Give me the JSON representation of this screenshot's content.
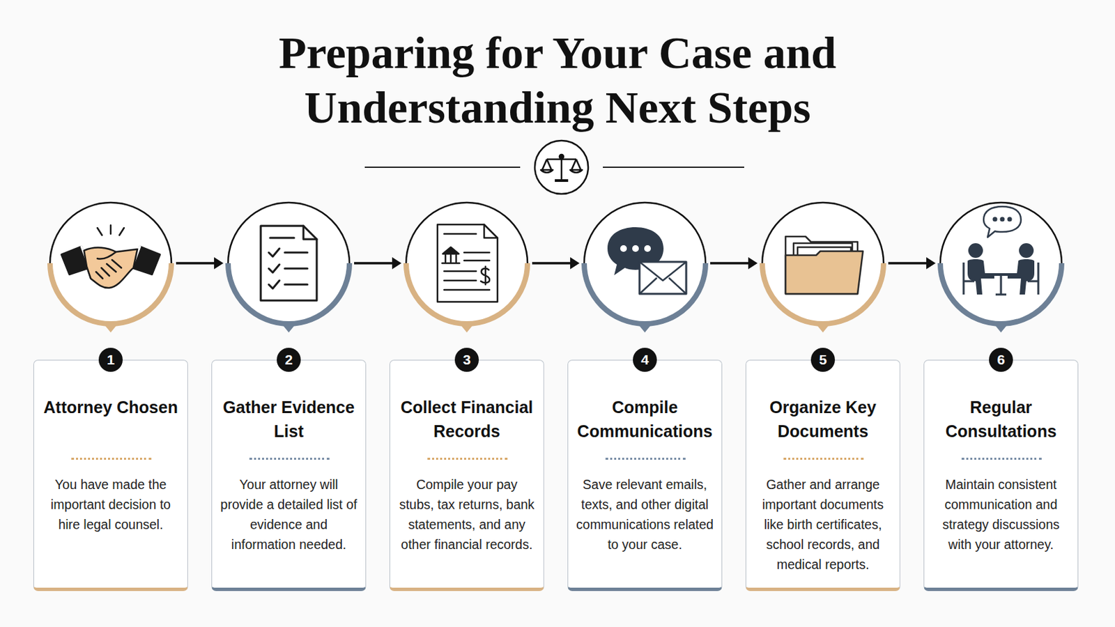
{
  "diagram": {
    "title": "Preparing for Your Case and Understanding Next Steps",
    "nodes": [
      {
        "text": [
          "1",
          "Attorney Chosen",
          "You have made the important decision to hire legal counsel."
        ]
      },
      {
        "text": [
          "2",
          "Gather Evidence List",
          "Your attorney will provide a detailed list of evidence and information needed."
        ]
      },
      {
        "text": [
          "3",
          "Collect Financial Records",
          "Compile your pay stubs, tax returns, bank statements, and any other financial records."
        ]
      },
      {
        "text": [
          "4",
          "Compile Communications",
          "Save relevant emails, texts, and other digital communications related to your case."
        ]
      },
      {
        "text": [
          "5",
          "Organize Key Documents",
          "Gather and arrange important documents like birth certificates, school records, and medical reports."
        ]
      },
      {
        "text": [
          "6",
          "Regular Consultations",
          "Maintain consistent communication and strategy discussions with your attorney."
        ]
      }
    ],
    "edges": [
      {
        "from": 0,
        "to": 1,
        "arrow": "to"
      },
      {
        "from": 1,
        "to": 2,
        "arrow": "to"
      },
      {
        "from": 2,
        "to": 3,
        "arrow": "to"
      },
      {
        "from": 3,
        "to": 4,
        "arrow": "to"
      },
      {
        "from": 4,
        "to": 5,
        "arrow": "to"
      }
    ]
  }
}
